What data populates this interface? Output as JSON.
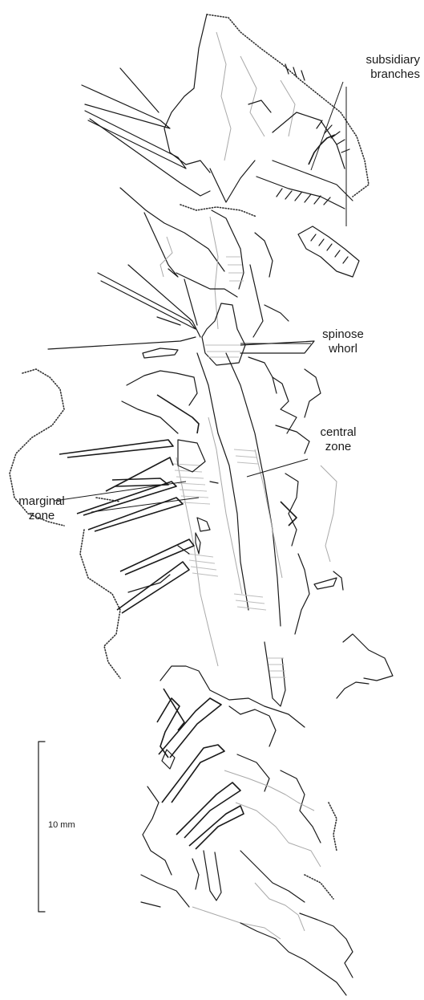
{
  "labels": {
    "subsidiary_line1": "subsidiary",
    "subsidiary_line2": "branches",
    "spinose_line1": "spinose",
    "spinose_line2": "whorl",
    "central_line1": "central",
    "central_line2": "zone",
    "marginal_line1": "marginal",
    "marginal_line2": "zone"
  },
  "scale_bar": {
    "label": "10 mm"
  }
}
